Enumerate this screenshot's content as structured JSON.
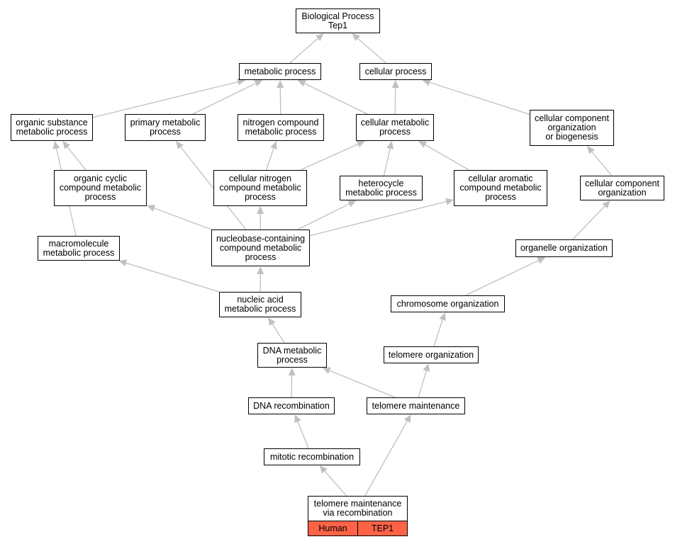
{
  "nodes": {
    "bp": "Biological Process\nTep1",
    "metabolic": "metabolic process",
    "cellular": "cellular process",
    "organic_substance": "organic substance\nmetabolic process",
    "primary_metabolic": "primary metabolic\nprocess",
    "nitrogen_compound": "nitrogen compound\nmetabolic process",
    "cellular_metabolic": "cellular metabolic\nprocess",
    "ccob": "cellular component\norganization\nor biogenesis",
    "organic_cyclic": "organic cyclic\ncompound metabolic\nprocess",
    "cellular_nitrogen": "cellular nitrogen\ncompound metabolic\nprocess",
    "heterocycle": "heterocycle\nmetabolic process",
    "cellular_aromatic": "cellular aromatic\ncompound metabolic\nprocess",
    "cco": "cellular component\norganization",
    "macromolecule": "macromolecule\nmetabolic process",
    "nucleobase": "nucleobase-containing\ncompound metabolic\nprocess",
    "organelle": "organelle organization",
    "nucleic_acid": "nucleic acid\nmetabolic process",
    "chromosome": "chromosome organization",
    "dna_metabolic": "DNA metabolic\nprocess",
    "telomere_org": "telomere organization",
    "dna_recomb": "DNA recombination",
    "telomere_maint": "telomere maintenance",
    "mitotic": "mitotic recombination",
    "tmvr": "telomere maintenance\nvia recombination"
  },
  "annotation": {
    "species": "Human",
    "gene": "TEP1",
    "fill_color": "#ff6347"
  },
  "colors": {
    "edge": "#c0c0c0",
    "border": "#000000"
  },
  "edges": [
    [
      "metabolic",
      "bp"
    ],
    [
      "cellular",
      "bp"
    ],
    [
      "organic_substance",
      "metabolic"
    ],
    [
      "primary_metabolic",
      "metabolic"
    ],
    [
      "nitrogen_compound",
      "metabolic"
    ],
    [
      "cellular_metabolic",
      "metabolic"
    ],
    [
      "cellular_metabolic",
      "cellular"
    ],
    [
      "ccob",
      "cellular"
    ],
    [
      "organic_cyclic",
      "organic_substance"
    ],
    [
      "macromolecule",
      "organic_substance"
    ],
    [
      "nucleobase",
      "primary_metabolic"
    ],
    [
      "cellular_nitrogen",
      "nitrogen_compound"
    ],
    [
      "cellular_nitrogen",
      "cellular_metabolic"
    ],
    [
      "heterocycle",
      "cellular_metabolic"
    ],
    [
      "cellular_aromatic",
      "cellular_metabolic"
    ],
    [
      "cco",
      "ccob"
    ],
    [
      "organelle",
      "cco"
    ],
    [
      "nucleobase",
      "organic_cyclic"
    ],
    [
      "nucleobase",
      "cellular_nitrogen"
    ],
    [
      "nucleobase",
      "heterocycle"
    ],
    [
      "nucleobase",
      "cellular_aromatic"
    ],
    [
      "nucleic_acid",
      "nucleobase"
    ],
    [
      "nucleic_acid",
      "macromolecule"
    ],
    [
      "chromosome",
      "organelle"
    ],
    [
      "dna_metabolic",
      "nucleic_acid"
    ],
    [
      "telomere_org",
      "chromosome"
    ],
    [
      "dna_recomb",
      "dna_metabolic"
    ],
    [
      "telomere_maint",
      "dna_metabolic"
    ],
    [
      "telomere_maint",
      "telomere_org"
    ],
    [
      "mitotic",
      "dna_recomb"
    ],
    [
      "tmvr",
      "mitotic"
    ],
    [
      "tmvr",
      "telomere_maint"
    ]
  ]
}
